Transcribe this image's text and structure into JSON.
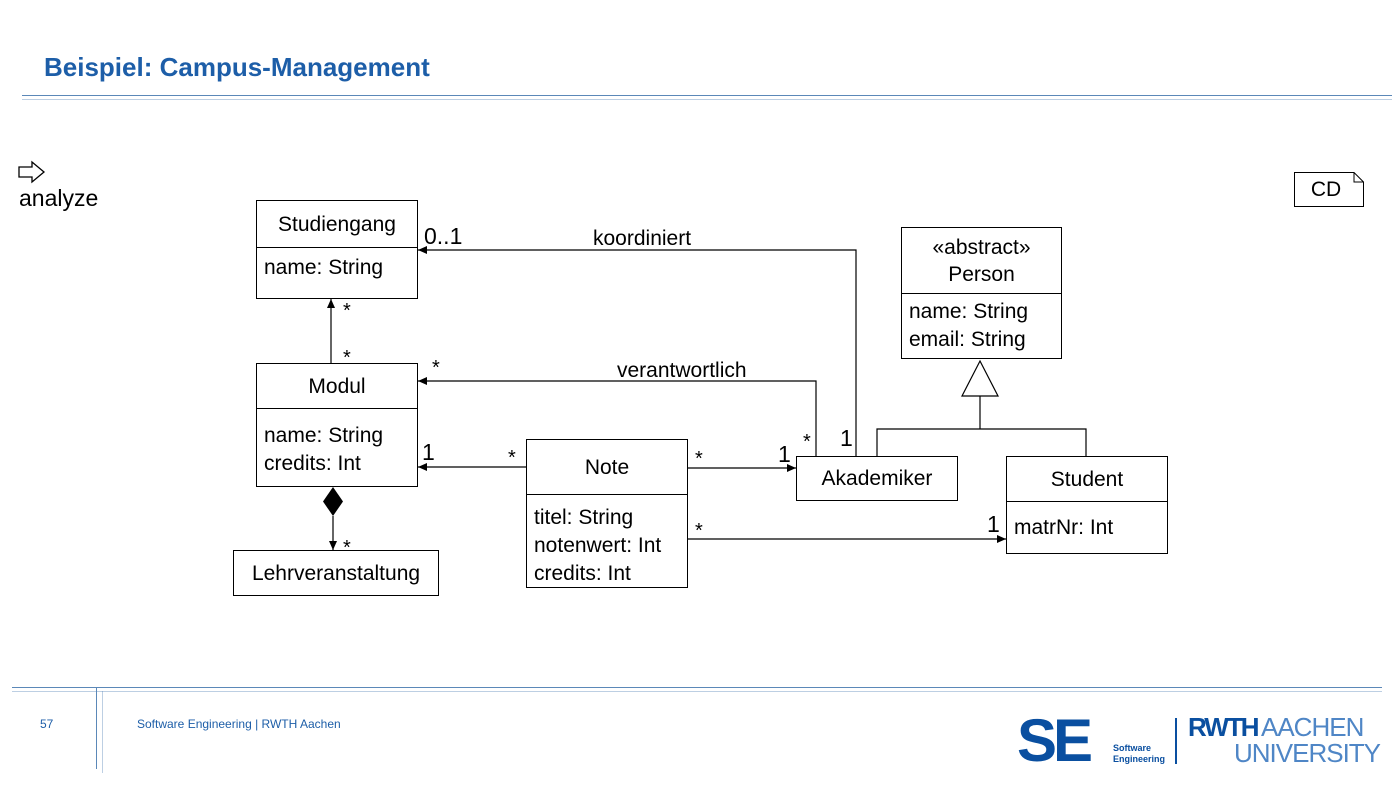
{
  "slide": {
    "title": "Beispiel: Campus-Management",
    "analyze_label": "analyze",
    "diagram_tag": "CD",
    "page_number": "57",
    "footer_text": "Software Engineering  |  RWTH Aachen"
  },
  "classes": {
    "studiengang": {
      "name": "Studiengang",
      "attributes": [
        "name: String"
      ]
    },
    "modul": {
      "name": "Modul",
      "attributes": [
        "name: String",
        "credits: Int"
      ]
    },
    "lehrveranstaltung": {
      "name": "Lehrveranstaltung",
      "attributes": []
    },
    "note": {
      "name": "Note",
      "attributes": [
        "titel: String",
        "notenwert:  Int",
        "credits: Int"
      ]
    },
    "akademiker": {
      "name": "Akademiker",
      "attributes": []
    },
    "person": {
      "stereotype": "«abstract»",
      "name": "Person",
      "attributes": [
        "name: String",
        "email: String"
      ]
    },
    "student": {
      "name": "Student",
      "attributes": [
        "matrNr: Int"
      ]
    }
  },
  "associations": {
    "koordiniert": {
      "label": "koordiniert",
      "from_mult": "0..1",
      "to_mult": "1"
    },
    "verantwortlich": {
      "label": "verantwortlich",
      "from_mult": "*",
      "to_mult": "*"
    },
    "studiengang_modul": {
      "from_mult": "*",
      "to_mult": "*"
    },
    "modul_note": {
      "from_mult": "1",
      "to_mult": "*"
    },
    "note_akademiker": {
      "from_mult": "*",
      "to_mult": "1"
    },
    "note_student": {
      "from_mult": "*",
      "to_mult": "1"
    },
    "modul_lehrveranstaltung": {
      "to_mult": "*"
    }
  },
  "logo": {
    "se_letters": "SE",
    "se_line1": "Software",
    "se_line2": "Engineering",
    "rwth_bold": "RWTH",
    "rwth_light": "AACHEN",
    "university": "UNIVERSITY"
  },
  "colors": {
    "title_blue": "#1d5ea8",
    "rule_blue": "#5b88b8",
    "se_blue_dark": "#0a4fa0",
    "se_blue_light": "#9ec0e6"
  }
}
